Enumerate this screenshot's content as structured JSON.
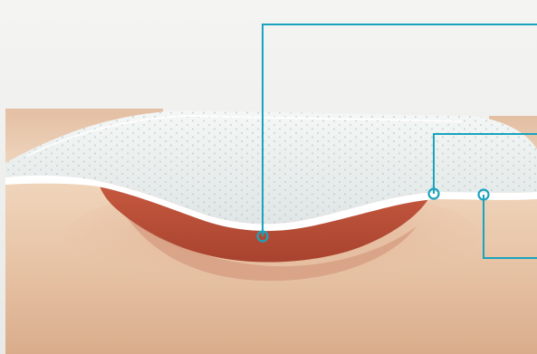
{
  "scene": {
    "subject": "adhesive-dressing-on-wound-cross-section",
    "colors": {
      "background_top": "#eeeeec",
      "skin_light": "#f0d6bd",
      "skin_mid": "#e7c3a5",
      "skin_dark": "#d9ad8c",
      "wound_red": "#c85a40",
      "wound_dark": "#a8432f",
      "pad_white": "#f4f7f6",
      "pad_shadow": "#dfe6e5",
      "pad_edge": "#ffffff",
      "pad_dots": "#b8c4c4",
      "callout": "#1aa3bf"
    }
  },
  "callouts": [
    {
      "icon": "callout-marker-wound-bed"
    },
    {
      "icon": "callout-marker-wound-edge"
    },
    {
      "icon": "callout-marker-dressing-layer"
    }
  ]
}
